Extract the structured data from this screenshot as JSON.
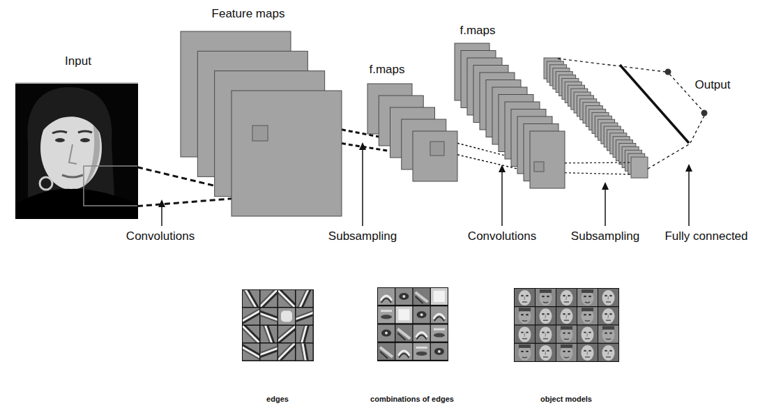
{
  "diagram": {
    "nodes": [
      {
        "text": [
          "Input"
        ]
      },
      {
        "text": [
          "Feature maps"
        ]
      },
      {
        "text": [
          "f.maps"
        ]
      },
      {
        "text": [
          "f.maps"
        ]
      }
    ],
    "edges": [
      {
        "from": 0,
        "to": 1,
        "arrow": "none"
      },
      {
        "from": 1,
        "to": 2,
        "arrow": "none"
      },
      {
        "from": 2,
        "to": 3,
        "arrow": "none"
      }
    ],
    "labels": [
      "Output",
      "Convolutions",
      "Subsampling",
      "Convolutions",
      "Subsampling",
      "Fully connected",
      "edges",
      "combinations of edges",
      "object models"
    ]
  }
}
